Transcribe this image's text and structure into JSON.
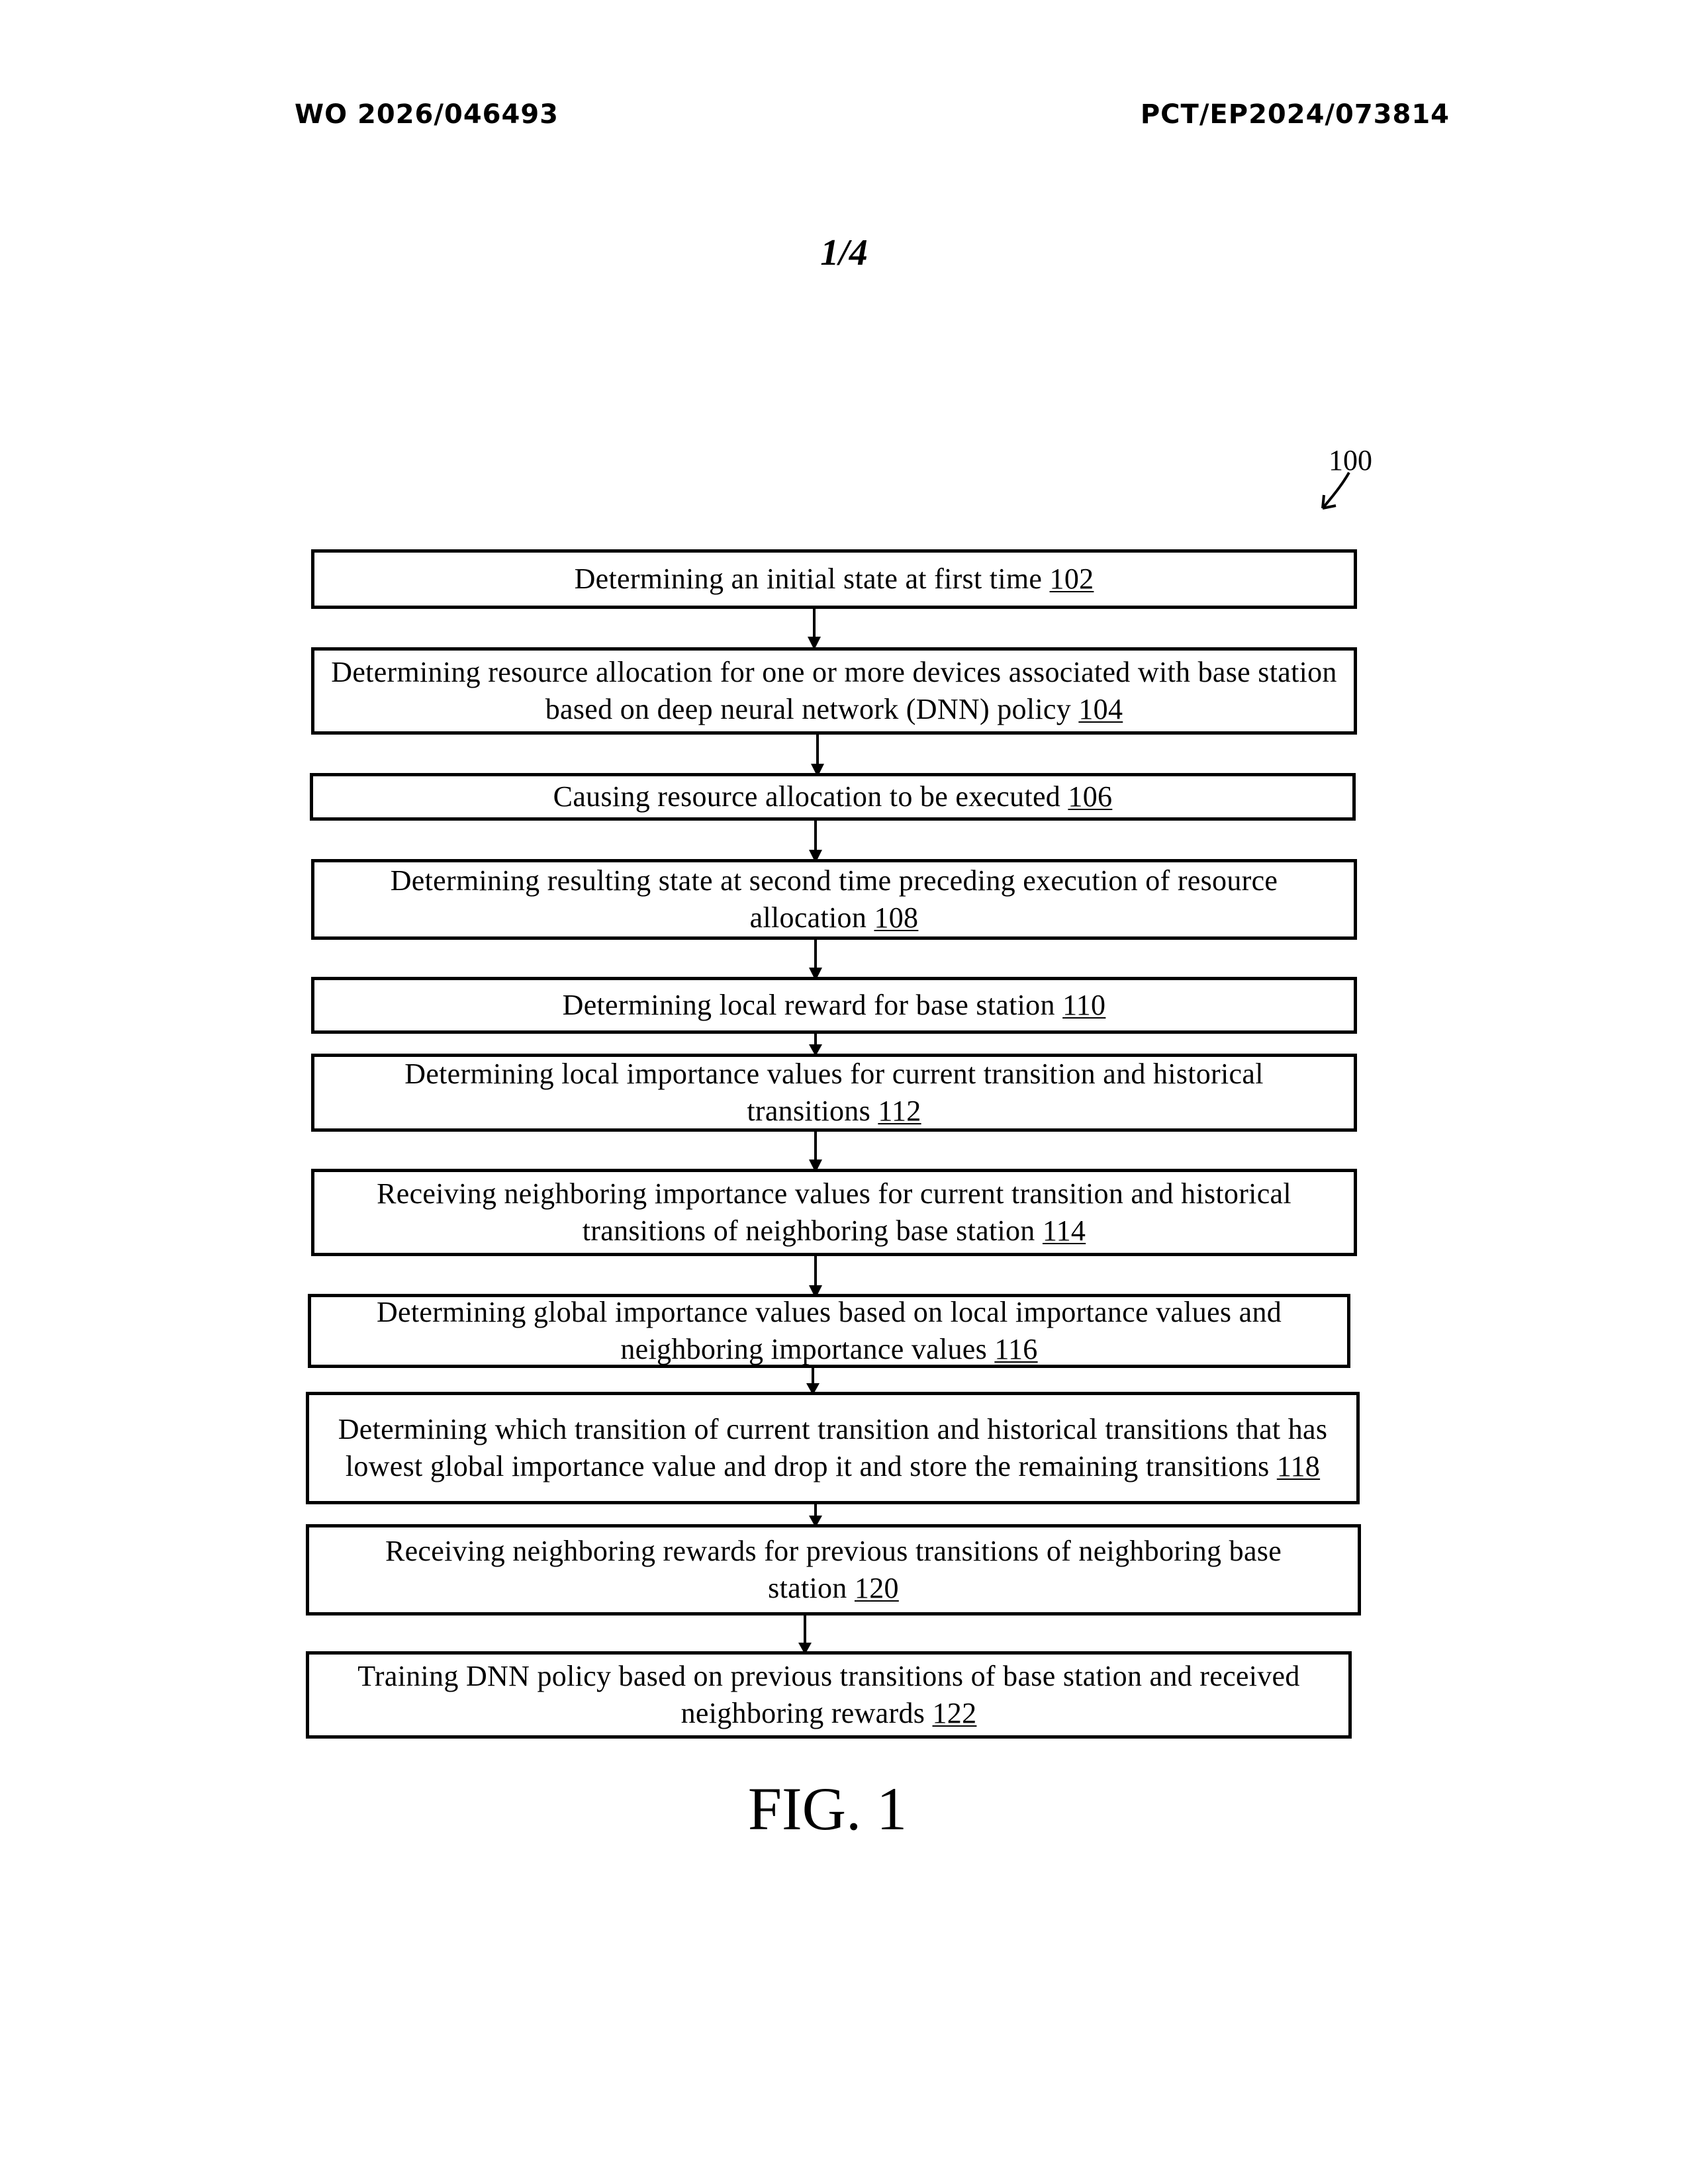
{
  "header": {
    "publication_number": "WO 2026/046493",
    "application_number": "PCT/EP2024/073814"
  },
  "sheet_number": "1/4",
  "diagram_ref": "100",
  "steps": [
    {
      "text": "Determining an initial state at first time",
      "ref": "102"
    },
    {
      "text": "Determining resource allocation for one or more devices associated with base station based on deep neural network (DNN) policy",
      "ref": "104"
    },
    {
      "text": "Causing resource allocation to be executed",
      "ref": "106"
    },
    {
      "text": "Determining resulting state at second time preceding execution of resource allocation",
      "ref": "108"
    },
    {
      "text": "Determining local reward for base station",
      "ref": "110"
    },
    {
      "text": "Determining local importance values for current transition and historical transitions",
      "ref": "112"
    },
    {
      "text": "Receiving neighboring importance values for current transition and historical transitions of neighboring base station",
      "ref": "114"
    },
    {
      "text": "Determining global importance values based on local importance values and neighboring importance values",
      "ref": "116"
    },
    {
      "text": "Determining which transition of current transition and historical transitions that has lowest global importance value and drop it and store the remaining transitions",
      "ref": "118"
    },
    {
      "text": "Receiving neighboring rewards for previous transitions of neighboring base station",
      "ref": "120"
    },
    {
      "text": "Training DNN policy based on previous transitions of base station and received neighboring rewards",
      "ref": "122"
    }
  ],
  "figure_label": "FIG. 1"
}
